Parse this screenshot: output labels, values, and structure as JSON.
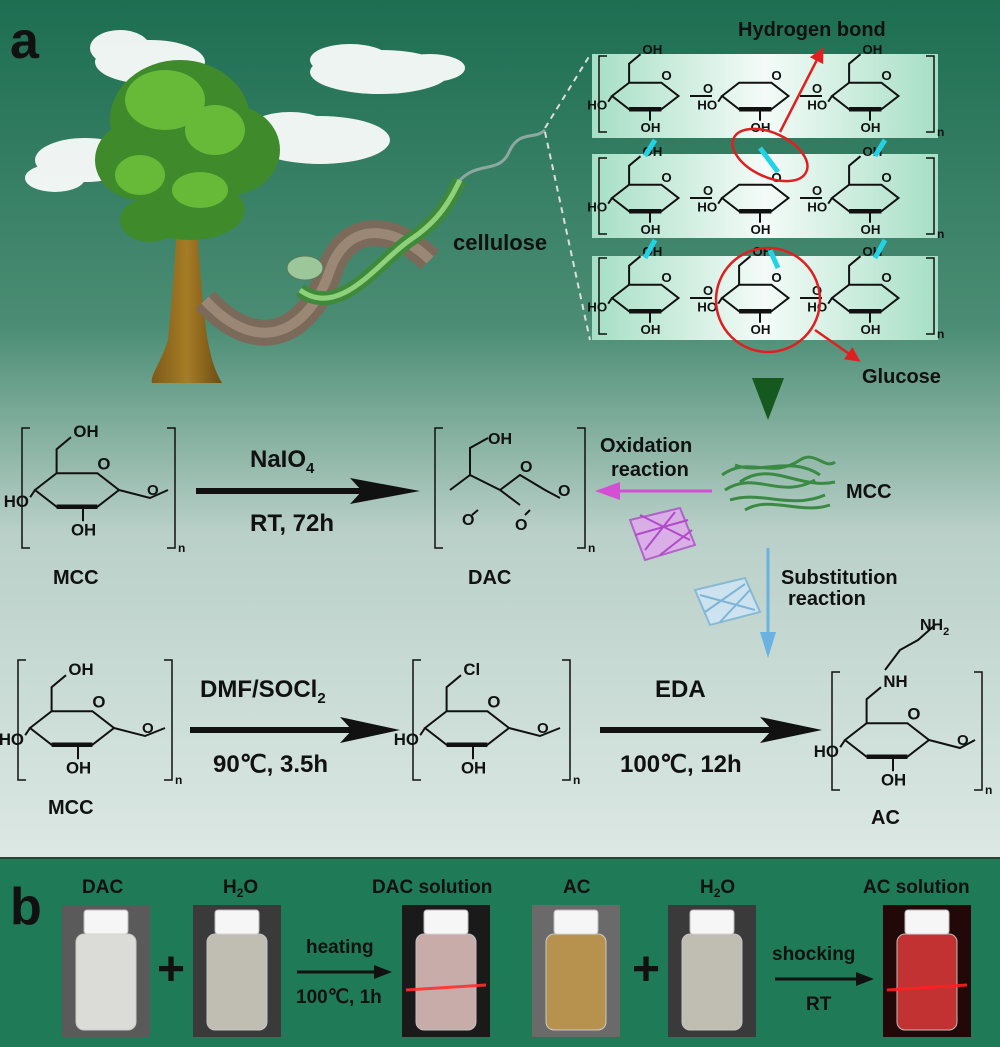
{
  "panel_a": {
    "label": "a",
    "hydrogen_bond_label": "Hydrogen bond",
    "cellulose_label": "cellulose",
    "glucose_label": "Glucose",
    "oh": "OH",
    "ho": "HO",
    "n": "n",
    "reaction1": {
      "reactant": "MCC",
      "reagent": "NaIO",
      "reagent_sub": "4",
      "conditions": "RT, 72h",
      "product": "DAC"
    },
    "oxidation_label_line1": "Oxidation",
    "oxidation_label_line2": "reaction",
    "mcc_label": "MCC",
    "substitution_label_line1": "Substitution",
    "substitution_label_line2": "reaction",
    "reaction2": {
      "reactant": "MCC",
      "reagent": "DMF/SOCl",
      "reagent_sub": "2",
      "conditions1": "90℃, 3.5h",
      "intermediate_group": "Cl",
      "reagent2": "EDA",
      "conditions2": "100℃, 12h",
      "product": "AC",
      "amine_nh": "NH",
      "amine_nh2": "NH",
      "amine_nh2_sub": "2"
    }
  },
  "panel_b": {
    "label": "b",
    "dac": "DAC",
    "h2o_1": "H",
    "h2o_1_sub": "2",
    "h2o_1_o": "O",
    "dac_solution": "DAC solution",
    "ac": "AC",
    "h2o_2": "H",
    "h2o_2_sub": "2",
    "h2o_2_o": "O",
    "ac_solution": "AC solution",
    "plus": "+",
    "heating": "heating",
    "heating_conditions": "100℃, 1h",
    "shocking": "shocking",
    "shocking_conditions": "RT"
  },
  "colors": {
    "bg_top": "#1e7a58",
    "bg_bottom": "#dbe7e3",
    "red": "#e02020",
    "cyan": "#22d3e6",
    "arrow_dark": "#16591f",
    "magenta": "#d44fd4",
    "blue": "#6ab2e0"
  }
}
